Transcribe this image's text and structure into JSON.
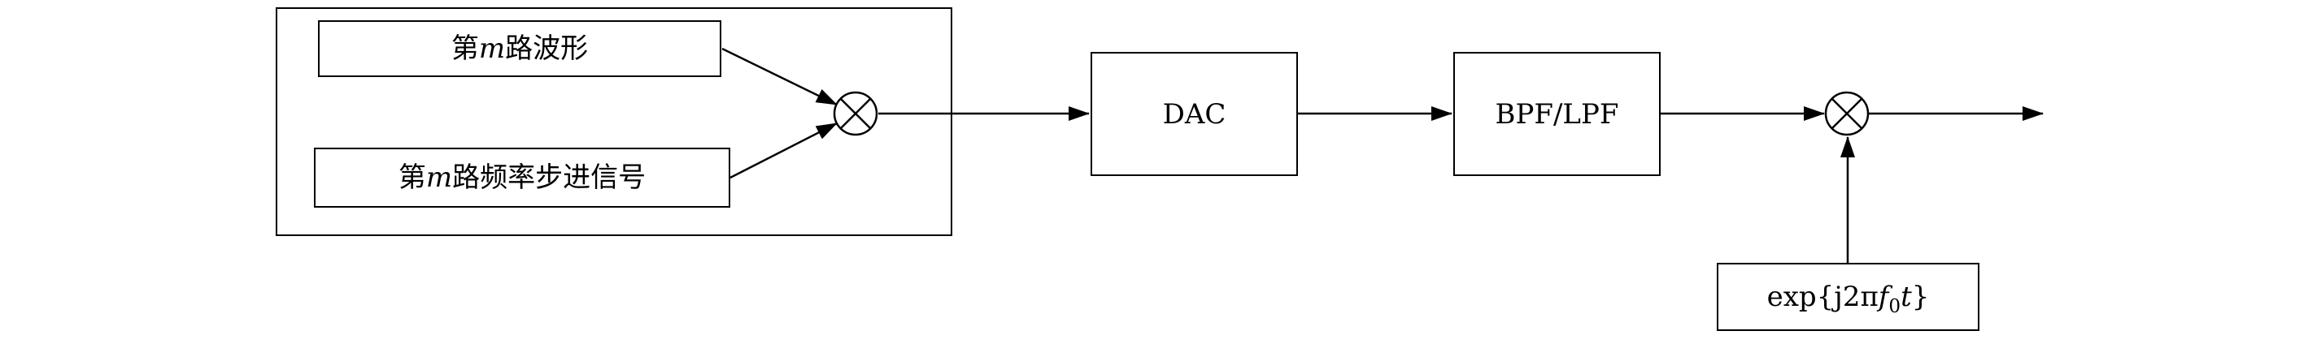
{
  "diagram": {
    "type": "signal-flow-block-diagram",
    "colors": {
      "line": "#000000",
      "background": "#ffffff",
      "text": "#000000"
    },
    "blocks": {
      "waveform": {
        "prefix": "第",
        "var": "m",
        "suffix": "路波形"
      },
      "freq_step": {
        "prefix": "第",
        "var": "m",
        "suffix": "路频率步进信号"
      },
      "dac": {
        "label": "DAC"
      },
      "filter": {
        "label": "BPF/LPF"
      },
      "carrier": {
        "pre": "exp{j2π",
        "f": "f",
        "sub": "0",
        "t": "t",
        "post": "}"
      }
    },
    "icons": {
      "multiplier_1": "multiplier-icon",
      "multiplier_2": "multiplier-icon"
    },
    "connections": [
      "waveform -> multiplier-1",
      "freq-step -> multiplier-1",
      "multiplier-1 -> DAC",
      "DAC -> BPF/LPF",
      "BPF/LPF -> multiplier-2",
      "carrier exp{j2πf0t} -> multiplier-2",
      "multiplier-2 -> output"
    ]
  }
}
